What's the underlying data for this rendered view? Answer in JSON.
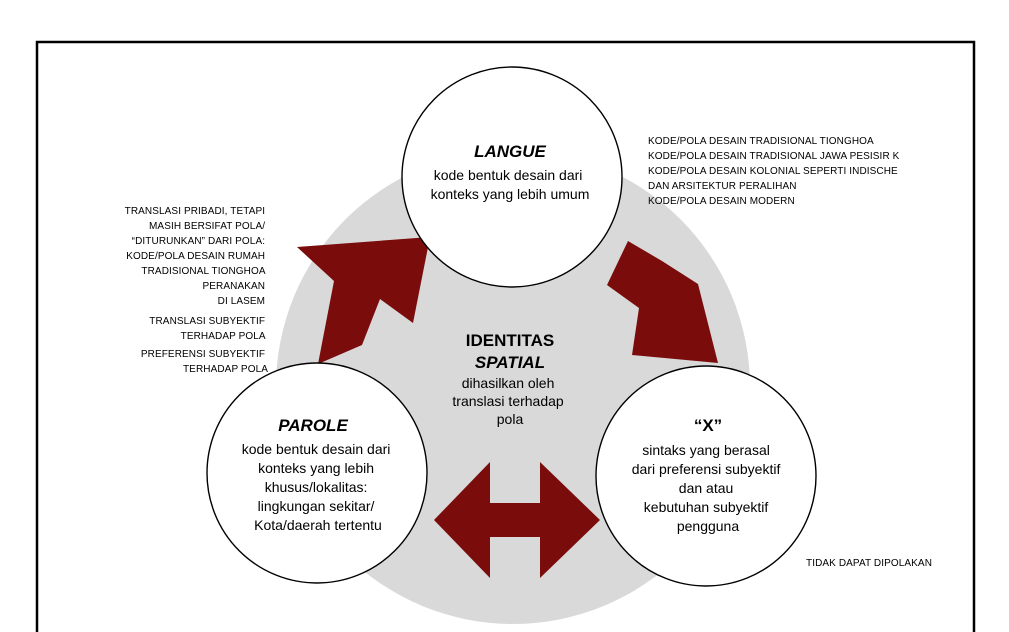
{
  "langue": {
    "title": "LANGUE",
    "lines": [
      "kode bentuk desain dari",
      "konteks yang lebih umum"
    ]
  },
  "center": {
    "title1": "IDENTITAS",
    "title2": "SPATIAL",
    "lines": [
      "dihasilkan oleh",
      "translasi terhadap",
      "pola"
    ]
  },
  "parole": {
    "title": "PAROLE",
    "lines": [
      "kode bentuk desain dari",
      "konteks yang lebih",
      "khusus/lokalitas:",
      "lingkungan sekitar/",
      "Kota/daerah tertentu"
    ]
  },
  "x_node": {
    "title": "“X”",
    "lines": [
      "sintaks yang berasal",
      "dari preferensi subyektif",
      "dan atau",
      "kebutuhan subyektif",
      "pengguna"
    ]
  },
  "notes": {
    "top_right": [
      "KODE/POLA DESAIN TRADISIONAL TIONGHOA",
      "KODE/POLA DESAIN TRADISIONAL JAWA PESISIR K",
      "KODE/POLA DESAIN KOLONIAL SEPERTI INDISCHE",
      "DAN ARSITEKTUR PERALIHAN",
      "KODE/POLA DESAIN MODERN"
    ],
    "left": [
      "TRANSLASI PRIBADI, TETAPI",
      "MASIH BERSIFAT POLA/",
      "“DITURUNKAN” DARI POLA:",
      "KODE/POLA DESAIN RUMAH",
      "TRADISIONAL TIONGHOA",
      "PERANAKAN",
      "DI LASEM",
      "TRANSLASI SUBYEKTIF",
      "TERHADAP POLA",
      "PREFERENSI SUBYEKTIF",
      "TERHADAP POLA"
    ],
    "bottom_right": "TIDAK DAPAT DIPOLAKAN"
  }
}
